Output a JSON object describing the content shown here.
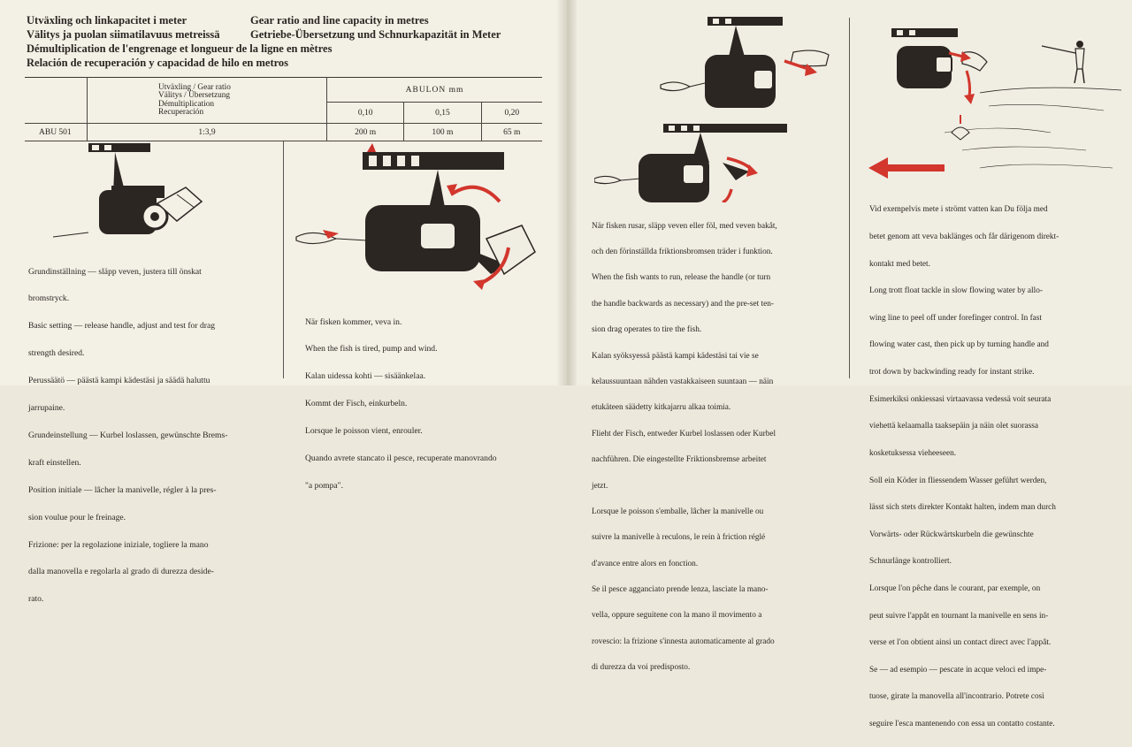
{
  "header": {
    "left": [
      "Utväxling och linkapacitet i meter",
      "Välitys ja puolan siimatilavuus metreissä",
      "Démultiplication de l'engrenage et longueur de la ligne en mètres",
      "Relación de recuperación y capacidad de hilo en metros"
    ],
    "right": [
      "Gear ratio and line capacity in metres",
      "Getriebe-Übersetzung und Schnurkapazität in Meter"
    ]
  },
  "table": {
    "ratio_header": [
      "Utväxling / Gear ratio",
      "Välitys / Übersetzung",
      "Démultiplication",
      "Recuperación"
    ],
    "line_header": "ABULON mm",
    "diameters": [
      "0,10",
      "0,15",
      "0,20"
    ],
    "rows": [
      {
        "model": "ABU 501",
        "ratio": "1:3,9",
        "capacities": [
          "200  m",
          "100  m",
          "65  m"
        ]
      }
    ]
  },
  "sections": {
    "basic_setting": [
      "Grundinställning — släpp veven, justera till önskat",
      "bromstryck.",
      "Basic setting — release handle, adjust and test for drag",
      "strength desired.",
      "Perussäätö — päästä kampi kädestäsi ja säädä haluttu",
      "jarrupaine.",
      "Grundeinstellung — Kurbel loslassen, gewünschte Brems-",
      "kraft einstellen.",
      "Position initiale — lâcher la manivelle, régler à la pres-",
      "sion voulue pour le freinage.",
      "Frizione: per la regolazione iniziale, togliere la mano",
      "dalla manovella e regolarla al grado di durezza deside-",
      "rato."
    ],
    "pump_and_wind": [
      "När fisken kommer, veva in.",
      "When the fish is tired, pump and wind.",
      "Kalan uidessa kohti — sisäänkelaa.",
      "Kommt der Fisch, einkurbeln.",
      "Lorsque le poisson vient, enrouler.",
      "Quando avrete stancato il pesce, recuperate manovrando",
      "\"a pompa\"."
    ],
    "fish_runs": [
      "När fisken rusar, släpp veven eller föl, med veven bakåt,",
      "och den förinställda friktionsbromsen träder i funktion.",
      "When the fish wants to run, release the handle (or turn",
      "the handle backwards as necessary) and the pre-set ten-",
      "sion drag operates to tire the fish.",
      "Kalan syöksyessä päästä kampi kädestäsi tai vie se",
      "kelaussuuntaan nähden vastakkaiseen suuntaan — näin",
      "etukäteen säädetty kitkajarru alkaa toimia.",
      "Flieht der Fisch, entweder Kurbel loslassen oder Kurbel",
      "nachführen. Die eingestellte Friktionsbremse arbeitet",
      "jetzt.",
      "Lorsque le poisson s'emballe, lâcher la manivelle ou",
      "suivre la manivelle à reculons, le rein à friction réglé",
      "d'avance entre alors en fonction.",
      "Se il pesce agganciato prende lenza, lasciate la mano-",
      "vella, oppure seguitene con la mano il movimento a",
      "rovescio: la frizione s'innesta automaticamente al grado",
      "di durezza da voi predisposto."
    ],
    "flowing_water": [
      "Vid exempelvis mete i strömt vatten kan Du följa med",
      "betet genom att veva baklänges och får därigenom direkt-",
      "kontakt med betet.",
      "Long trott float tackle in slow flowing water by allo-",
      "wing line to peel off under forefinger control. In fast",
      "flowing water cast, then pick up by turning handle and",
      "trot down by backwinding ready for instant strike.",
      "Esimerkiksi onkiessasi virtaavassa vedessä voit seurata",
      "viehettä kelaamalla taaksepäin ja näin olet suorassa",
      "kosketuksessa vieheeseen.",
      "Soll ein Köder in fliessendem Wasser geführt werden,",
      "lässt sich stets direkter Kontakt halten, indem man durch",
      "Vorwärts- oder Rückwärtskurbeln die gewünschte",
      "Schnurlänge kontrolliert.",
      "Lorsque l'on pêche dans le courant, par exemple, on",
      "peut suivre l'appât en tournant la manivelle en sens in-",
      "verse et l'on obtient ainsi un contact direct avec l'appât.",
      "Se — ad esempio — pescate in acque veloci ed impe-",
      "tuose, girate la manovella all'incontrario. Potrete così",
      "seguire l'esca mantenendo con essa un contatto costante."
    ]
  },
  "colors": {
    "paper": "#f1eee3",
    "ink": "#2a2622",
    "arrow": "#d2362c"
  }
}
